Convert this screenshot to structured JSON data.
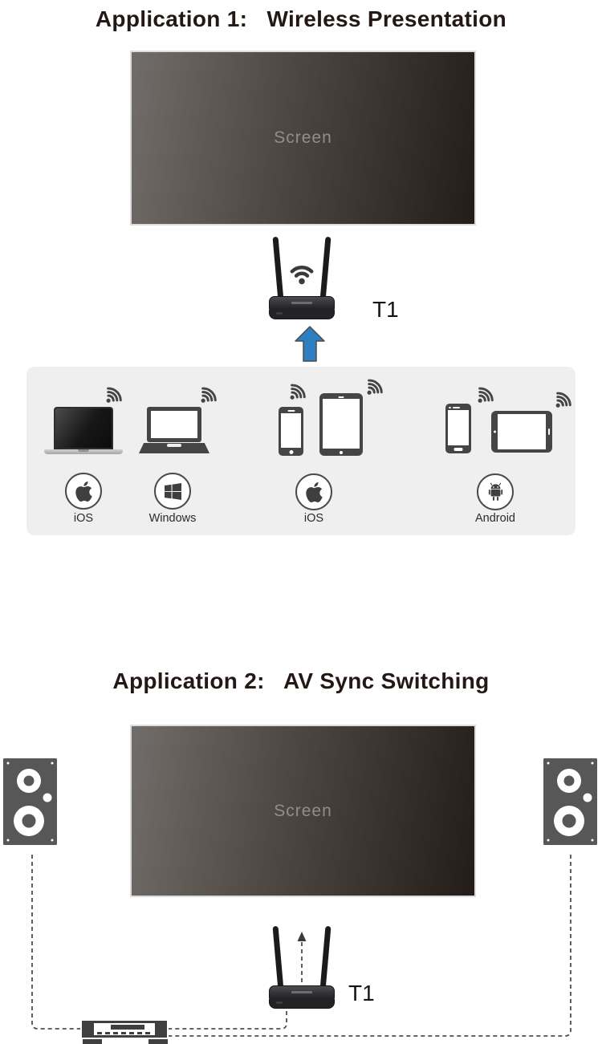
{
  "colors": {
    "title_text": "#231815",
    "screen_text": "#908e8c",
    "panel_background": "#efefef",
    "device_gray": "#454545",
    "arrow_blue": "#2e7fc1",
    "dashed_line": "#4f4f4f"
  },
  "app1": {
    "title": "Application 1:   Wireless Presentation",
    "screen_label": "Screen",
    "receiver_label": "T1",
    "device_groups": [
      {
        "platform_label": "iOS",
        "platform_icon": "apple-logo-icon",
        "devices": [
          "macbook"
        ]
      },
      {
        "platform_label": "Windows",
        "platform_icon": "windows-logo-icon",
        "devices": [
          "windows-laptop"
        ]
      },
      {
        "platform_label": "iOS",
        "platform_icon": "apple-logo-icon",
        "devices": [
          "iphone",
          "ipad"
        ]
      },
      {
        "platform_label": "Android",
        "platform_icon": "android-logo-icon",
        "devices": [
          "android-phone",
          "android-tablet"
        ]
      }
    ]
  },
  "app2": {
    "title": "Application 2:   AV Sync Switching",
    "screen_label": "Screen",
    "receiver_label": "T1",
    "equipment": [
      "left-speaker",
      "right-speaker",
      "av-receiver"
    ]
  }
}
